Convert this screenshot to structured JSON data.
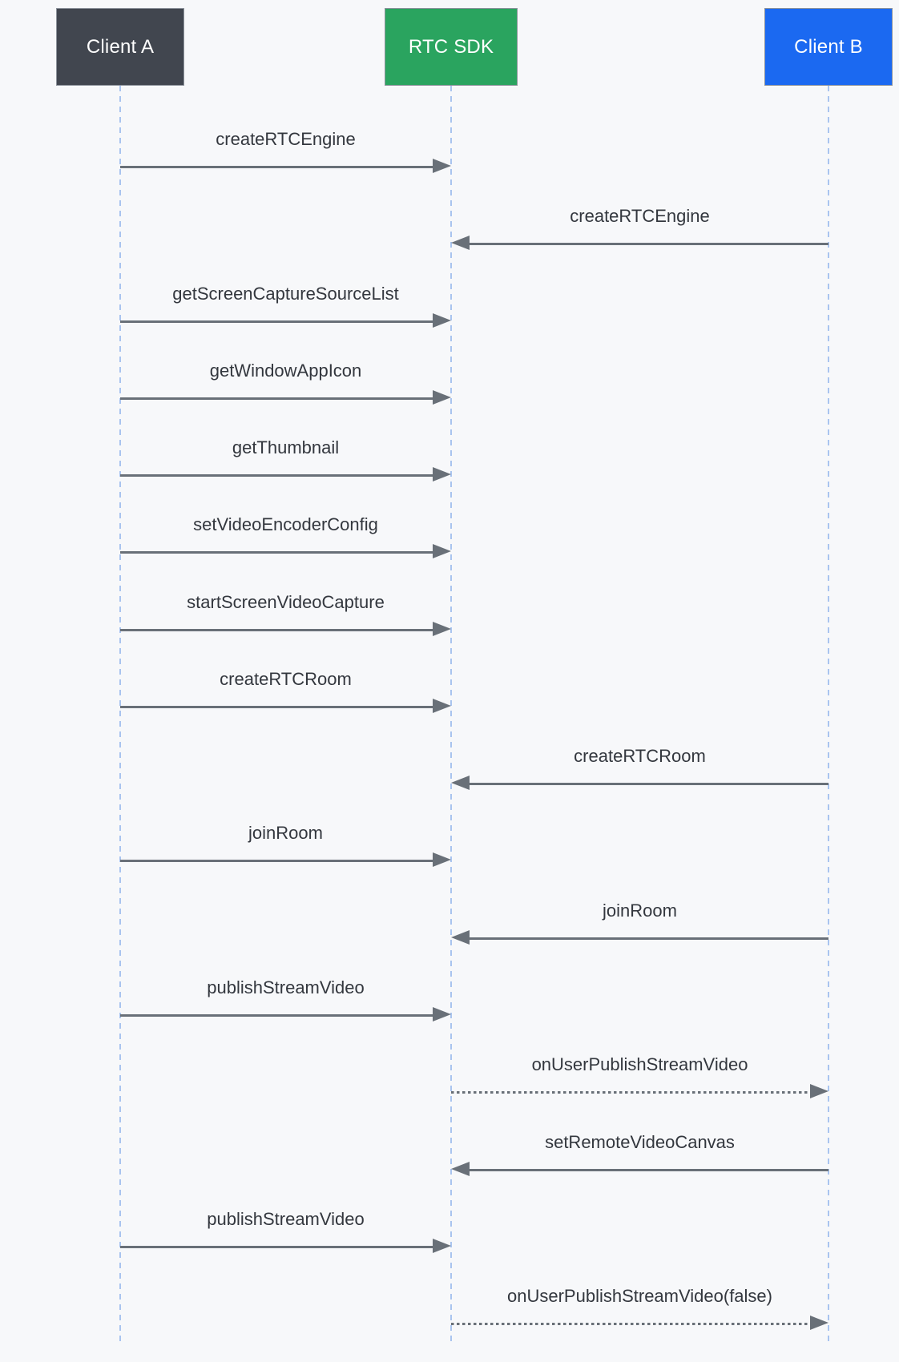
{
  "participants": [
    {
      "id": "clientA",
      "label": "Client A",
      "color": "#41464F"
    },
    {
      "id": "sdk",
      "label": "RTC SDK",
      "color": "#2AA45F"
    },
    {
      "id": "clientB",
      "label": "Client B",
      "color": "#1B69F1"
    }
  ],
  "messages": [
    {
      "label": "createRTCEngine",
      "from": "clientA",
      "to": "sdk",
      "line": "solid"
    },
    {
      "label": "createRTCEngine",
      "from": "clientB",
      "to": "sdk",
      "line": "solid"
    },
    {
      "label": "getScreenCaptureSourceList",
      "from": "clientA",
      "to": "sdk",
      "line": "solid"
    },
    {
      "label": "getWindowAppIcon",
      "from": "clientA",
      "to": "sdk",
      "line": "solid"
    },
    {
      "label": "getThumbnail",
      "from": "clientA",
      "to": "sdk",
      "line": "solid"
    },
    {
      "label": "setVideoEncoderConfig",
      "from": "clientA",
      "to": "sdk",
      "line": "solid"
    },
    {
      "label": "startScreenVideoCapture",
      "from": "clientA",
      "to": "sdk",
      "line": "solid"
    },
    {
      "label": "createRTCRoom",
      "from": "clientA",
      "to": "sdk",
      "line": "solid"
    },
    {
      "label": "createRTCRoom",
      "from": "clientB",
      "to": "sdk",
      "line": "solid"
    },
    {
      "label": "joinRoom",
      "from": "clientA",
      "to": "sdk",
      "line": "solid"
    },
    {
      "label": "joinRoom",
      "from": "clientB",
      "to": "sdk",
      "line": "solid"
    },
    {
      "label": "publishStreamVideo",
      "from": "clientA",
      "to": "sdk",
      "line": "solid"
    },
    {
      "label": "onUserPublishStreamVideo",
      "from": "sdk",
      "to": "clientB",
      "line": "dashed"
    },
    {
      "label": "setRemoteVideoCanvas",
      "from": "clientB",
      "to": "sdk",
      "line": "solid"
    },
    {
      "label": "publishStreamVideo",
      "from": "clientA",
      "to": "sdk",
      "line": "solid"
    },
    {
      "label": "onUserPublishStreamVideo(false)",
      "from": "sdk",
      "to": "clientB",
      "line": "dashed"
    }
  ],
  "colors": {
    "background": "#F7F8FA",
    "arrow": "#697078",
    "label_text": "#33373E",
    "lifeline": "#A9C4EF",
    "participant_text": "#FFFFFF"
  }
}
